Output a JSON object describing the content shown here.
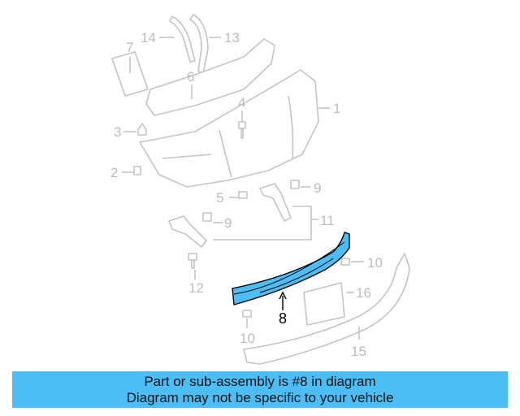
{
  "diagram": {
    "highlighted_part": "8",
    "highlight_color": "#4dbdf5",
    "callouts": {
      "c14": "14",
      "c13": "13",
      "c7": "7",
      "c6": "6",
      "c4": "4",
      "c1": "1",
      "c3": "3",
      "c2": "2",
      "c5": "5",
      "c9a": "9",
      "c9b": "9",
      "c11": "11",
      "c10a": "10",
      "c12": "12",
      "c16": "16",
      "c8": "8",
      "c10b": "10",
      "c15": "15"
    }
  },
  "banner": {
    "line1": "Part or sub-assembly is #8 in diagram",
    "line2": "Diagram may not be specific to your vehicle",
    "color": "#4dbdf5"
  }
}
